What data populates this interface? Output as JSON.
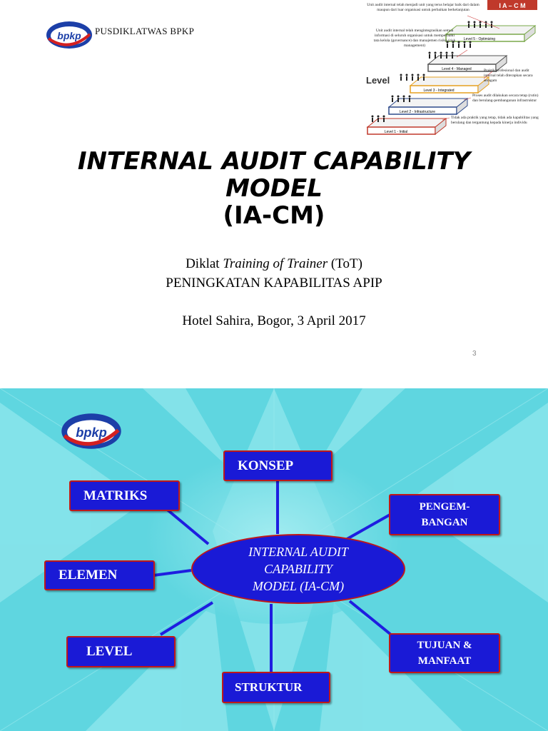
{
  "slide1": {
    "org_name": "PUSDIKLATWAS BPKP",
    "logo_text": "bpkp",
    "title_line1": "INTERNAL AUDIT CAPABILITY",
    "title_line2": "MODEL",
    "title_line3": "(IA-CM)",
    "sub_line1_a": "Diklat ",
    "sub_line1_b": "Training of Trainer",
    "sub_line1_c": " (ToT)",
    "sub_line2": "PENINGKATAN KAPABILITAS APIP",
    "sub_line3": "Hotel Sahira, Bogor, 3 April 2017",
    "page_number": "3",
    "diagram": {
      "header": "I A – C M",
      "level_word": "Level",
      "levels": [
        "Level 1 - Initial",
        "Level 2 - Infrastructure",
        "Level 3 - Integrated",
        "Level 4 - Managed",
        "Level 5 - Optimizing"
      ],
      "note_top": "Unit audit internal telah menjadi unit yang terus belajar baik dari dalam maupun dari luar organisasi untuk perbaikan berkelanjutan",
      "note_l4": "Unit audit internal telah mengintegrasikan semua informasi di seluruh organisasi untuk memperbaiki tata kelola (governance) dan manajemen risiko (risk management)",
      "note_l3": "Praktik profesional dan audit internal telah diterapkan secara seragam",
      "note_l2": "Proses audit dilakukan secara tetap (rutin) dan berulang-pembangunan infrastruktur",
      "note_l1": "Tidak ada praktik yang tetap, tidak ada kapabilitas yang berulang dan tergantung kepada kinerja individu"
    }
  },
  "slide2": {
    "logo_text": "bpkp",
    "center_line1": "INTERNAL AUDIT",
    "center_line2": "CAPABILITY",
    "center_line3a": "MODEL (",
    "center_line3b": "IA-CM",
    "center_line3c": ")",
    "boxes": {
      "konsep": "KONSEP",
      "matriks": "MATRIKS",
      "pengembangan_1": "PENGEM-",
      "pengembangan_2": "BANGAN",
      "elemen": "ELEMEN",
      "level": "LEVEL",
      "tujuan_1": "TUJUAN &",
      "tujuan_2": "MANFAAT",
      "struktur": "STRUKTUR"
    },
    "colors": {
      "background": "#5fd6e0",
      "box_fill": "#1a1ad6",
      "box_border": "#c01818",
      "connector": "#1e1ee0"
    }
  }
}
